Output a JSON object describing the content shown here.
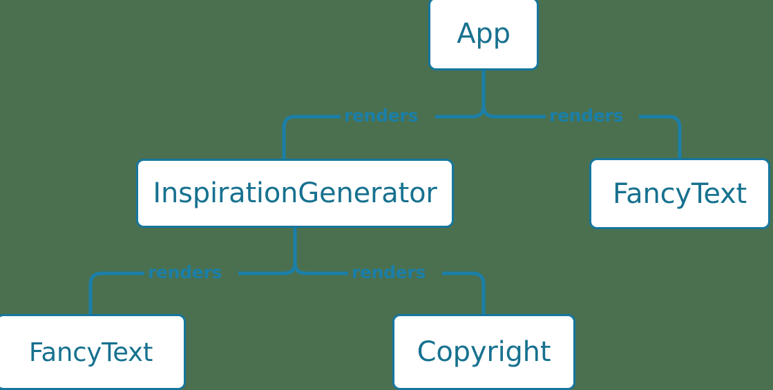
{
  "diagram": {
    "type": "component-tree",
    "background_color": "#4a7050",
    "node_fill_color": "#ffffff",
    "node_border_color": "#15769e",
    "node_text_color": "#17718f",
    "edge_color": "#1b7fa8",
    "edge_label_color": "#1b7fa8",
    "nodes": [
      {
        "id": "app",
        "label": "App"
      },
      {
        "id": "inspirationgen",
        "label": "InspirationGenerator"
      },
      {
        "id": "fancytext_right",
        "label": "FancyText"
      },
      {
        "id": "fancytext_left",
        "label": "FancyText"
      },
      {
        "id": "copyright",
        "label": "Copyright"
      }
    ],
    "edges": [
      {
        "from": "app",
        "to": "inspirationgen",
        "label": "renders"
      },
      {
        "from": "app",
        "to": "fancytext_right",
        "label": "renders"
      },
      {
        "from": "inspirationgen",
        "to": "fancytext_left",
        "label": "renders"
      },
      {
        "from": "inspirationgen",
        "to": "copyright",
        "label": "renders"
      }
    ]
  }
}
